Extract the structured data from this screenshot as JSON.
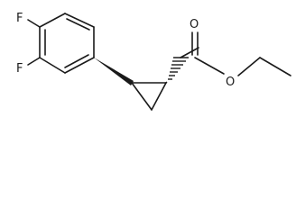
{
  "atoms": {
    "fluorine_top": "F",
    "fluorine_bottom": "F",
    "carbonyl_oxygen": "O",
    "ester_oxygen": "O"
  }
}
